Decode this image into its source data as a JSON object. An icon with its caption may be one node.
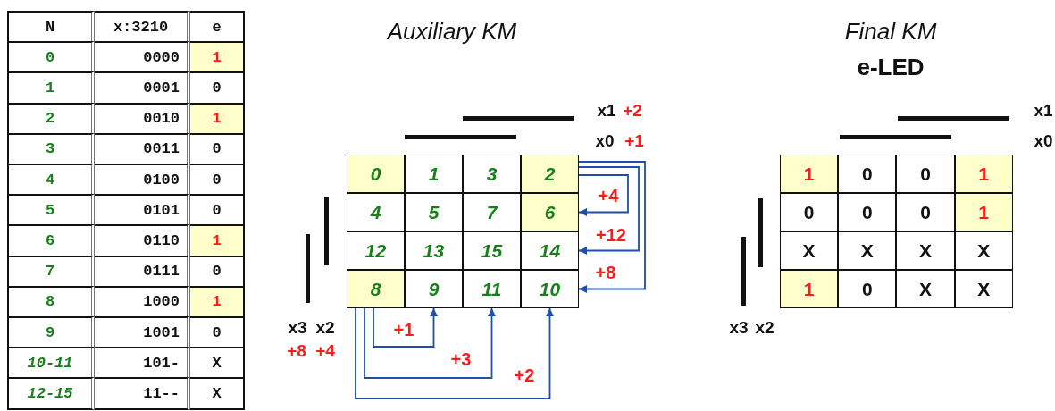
{
  "diagram": {
    "nodes": [
      {
        "text": [
          "0"
        ]
      },
      {
        "text": [
          "1"
        ]
      },
      {
        "text": [
          "3"
        ]
      },
      {
        "text": [
          "2"
        ]
      },
      {
        "text": [
          "4"
        ]
      },
      {
        "text": [
          "5"
        ]
      },
      {
        "text": [
          "7"
        ]
      },
      {
        "text": [
          "6"
        ]
      },
      {
        "text": [
          "12"
        ]
      },
      {
        "text": [
          "13"
        ]
      },
      {
        "text": [
          "15"
        ]
      },
      {
        "text": [
          "14"
        ]
      },
      {
        "text": [
          "8"
        ]
      },
      {
        "text": [
          "9"
        ]
      },
      {
        "text": [
          "11"
        ]
      },
      {
        "text": [
          "10"
        ]
      }
    ],
    "edges": [
      {
        "from": 3,
        "to": 7,
        "arrow": "to",
        "label": "+4"
      },
      {
        "from": 3,
        "to": 11,
        "arrow": "to",
        "label": "+12"
      },
      {
        "from": 3,
        "to": 15,
        "arrow": "to",
        "label": "+8"
      },
      {
        "from": 12,
        "to": 13,
        "arrow": "to",
        "label": "+1"
      },
      {
        "from": 12,
        "to": 14,
        "arrow": "to",
        "label": "+3"
      },
      {
        "from": 12,
        "to": 15,
        "arrow": "to",
        "label": "+2"
      }
    ],
    "labels": [
      "N",
      "x:3210",
      "e",
      "0",
      "0000",
      "1",
      "1",
      "0001",
      "0",
      "2",
      "0010",
      "1",
      "3",
      "0011",
      "0",
      "4",
      "0100",
      "0",
      "5",
      "0101",
      "0",
      "6",
      "0110",
      "1",
      "7",
      "0111",
      "0",
      "8",
      "1000",
      "1",
      "9",
      "1001",
      "0",
      "10-11",
      "101-",
      "X",
      "12-15",
      "11--",
      "X",
      "Auxiliary KM",
      "x1",
      "+2",
      "x0",
      "+1",
      "x3",
      "x2",
      "+8",
      "+4",
      "Final KM",
      "e-LED",
      "x1",
      "x0",
      "1",
      "0",
      "0",
      "1",
      "0",
      "0",
      "0",
      "1",
      "X",
      "X",
      "X",
      "X",
      "1",
      "0",
      "X",
      "X",
      "x3",
      "x2"
    ]
  }
}
